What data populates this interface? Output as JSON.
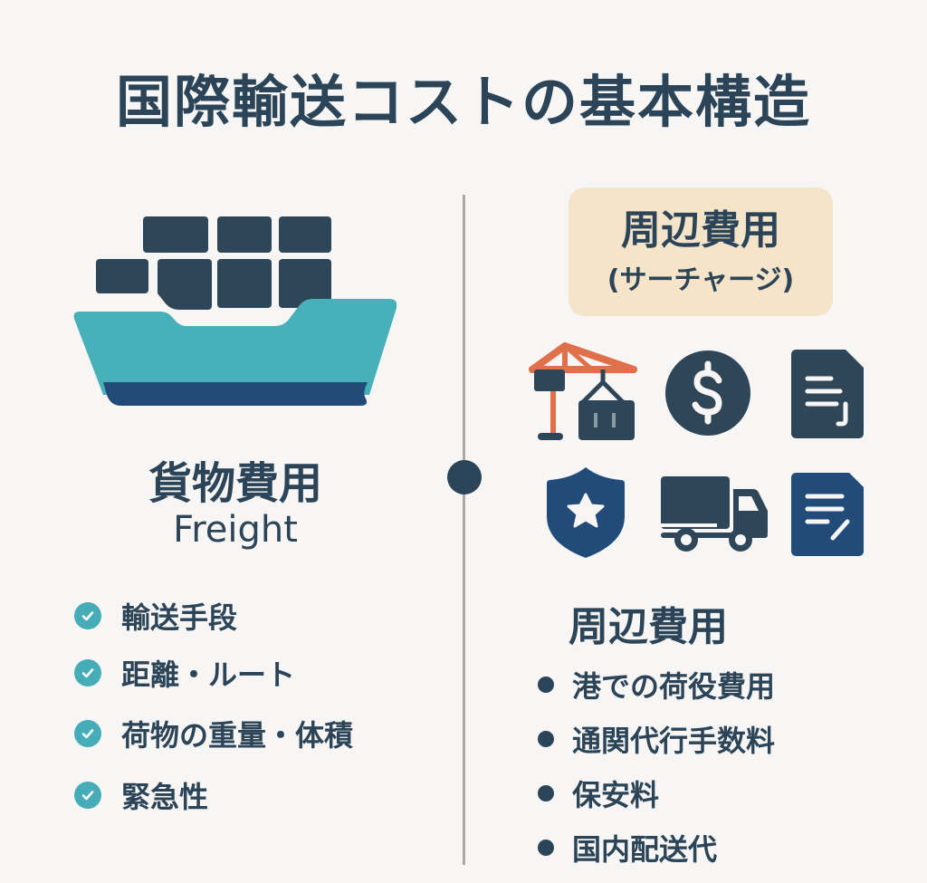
{
  "title": "国際輸送コストの基本構造",
  "colors": {
    "background": "#f7f6f4",
    "text": "#2c4457",
    "teal": "#46acb8",
    "navy": "#214c7a",
    "crane_orange": "#e0704a",
    "badge_bg": "#f5e4c8",
    "divider": "#a9a8a6"
  },
  "left": {
    "icon": "container-ship-icon",
    "heading": "貨物費用",
    "subheading": "Freight",
    "items": [
      {
        "icon": "check-circle-icon",
        "label": "輸送手段"
      },
      {
        "icon": "check-circle-icon",
        "label": "距離・ルート"
      },
      {
        "icon": "check-circle-icon",
        "label": "荷物の重量・体積"
      },
      {
        "icon": "check-circle-icon",
        "label": "緊急性"
      }
    ]
  },
  "right": {
    "badge": {
      "title": "周辺費用",
      "subtitle": "(サーチャージ)"
    },
    "icons": [
      "crane-container-icon",
      "dollar-coin-icon",
      "document-icon",
      "security-shield-icon",
      "delivery-truck-icon",
      "form-edit-icon"
    ],
    "heading": "周辺費用",
    "items": [
      {
        "label": "港での荷役費用"
      },
      {
        "label": "通関代行手数料"
      },
      {
        "label": "保安料"
      },
      {
        "label": "国内配送代"
      }
    ]
  }
}
